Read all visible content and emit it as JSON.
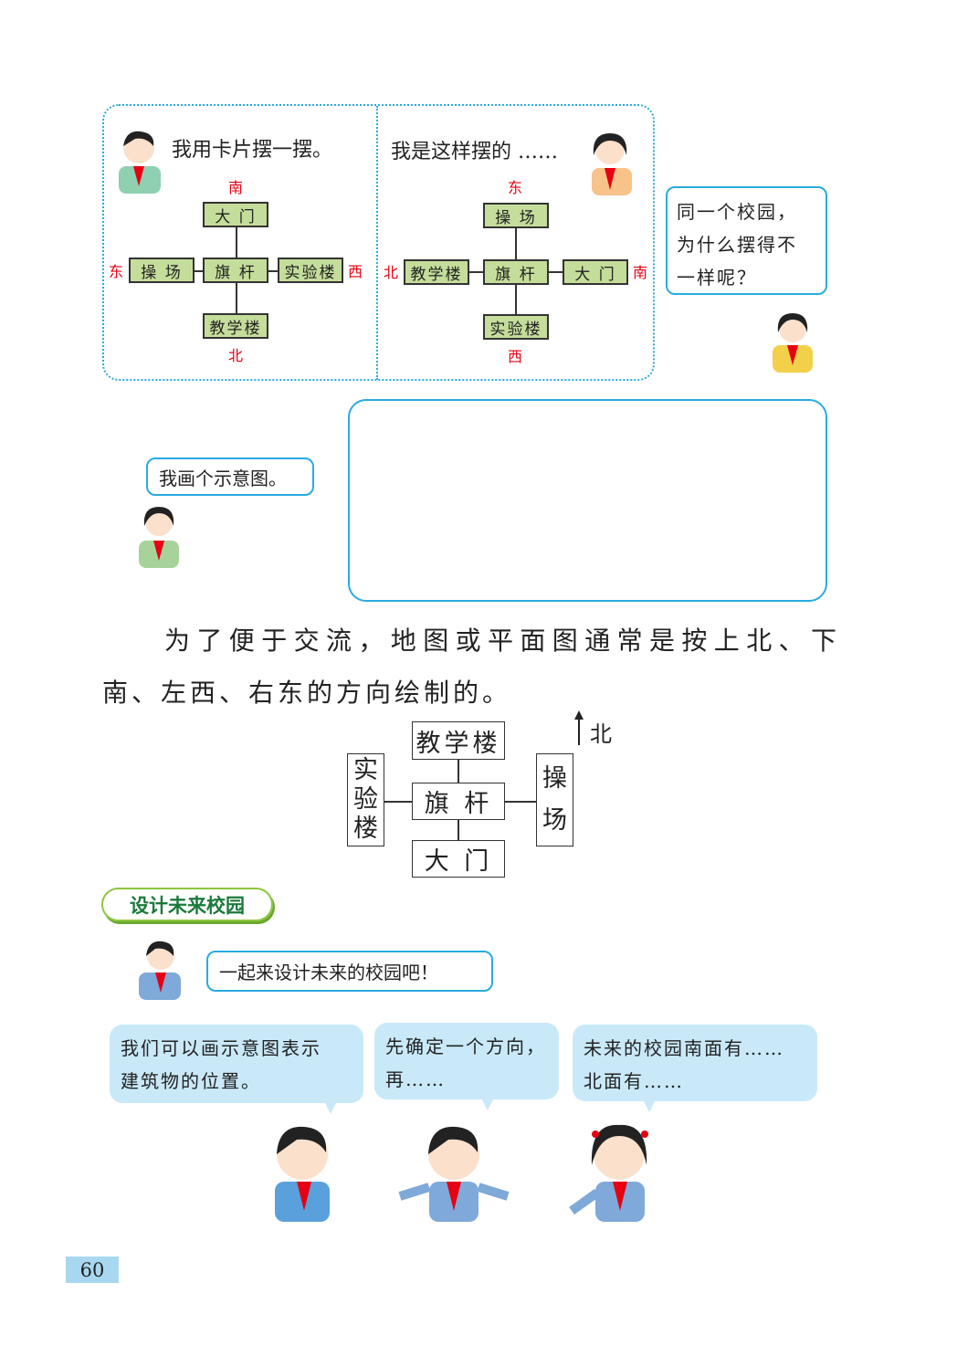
{
  "top_panel": {
    "left": {
      "speech": "我用卡片摆一摆。",
      "dirs": {
        "top": "南",
        "bottom": "北",
        "left": "东",
        "right": "西"
      },
      "cards": {
        "top": "大 门",
        "left": "操 场",
        "center": "旗 杆",
        "right": "实验楼",
        "bottom": "教学楼"
      }
    },
    "right": {
      "speech": "我是这样摆的 ……",
      "dirs": {
        "top": "东",
        "bottom": "西",
        "left": "北",
        "right": "南"
      },
      "cards": {
        "top": "操 场",
        "left": "教学楼",
        "center": "旗 杆",
        "right": "大 门",
        "bottom": "实验楼"
      }
    }
  },
  "question_bubble": [
    "同一个校园，",
    "为什么摆得不",
    "一样呢？"
  ],
  "sketch_bubble": "我画个示意图。",
  "paragraph": {
    "line1": "为了便于交流，地图或平面图通常是按上北、下",
    "line2": "南、左西、右东的方向绘制的。"
  },
  "map": {
    "north_label": "北",
    "top": "教学楼",
    "center": "旗 杆",
    "bottom": "大 门",
    "left": [
      "实",
      "验",
      "楼"
    ],
    "right": [
      "操",
      "场"
    ]
  },
  "section_title": "设计未来校园",
  "invite_bubble": "一起来设计未来的校园吧！",
  "bottom_bubbles": [
    [
      "我们可以画示意图表示",
      "建筑物的位置。"
    ],
    [
      "先确定一个方向，",
      "再……"
    ],
    [
      "未来的校园南面有……",
      "北面有……"
    ]
  ],
  "page_number": "60",
  "colors": {
    "accent": "#29abe2",
    "card": "#c5dd9a",
    "direction": "#e60012",
    "bubble": "#c9e9f8",
    "title": "#1a7a3a"
  }
}
